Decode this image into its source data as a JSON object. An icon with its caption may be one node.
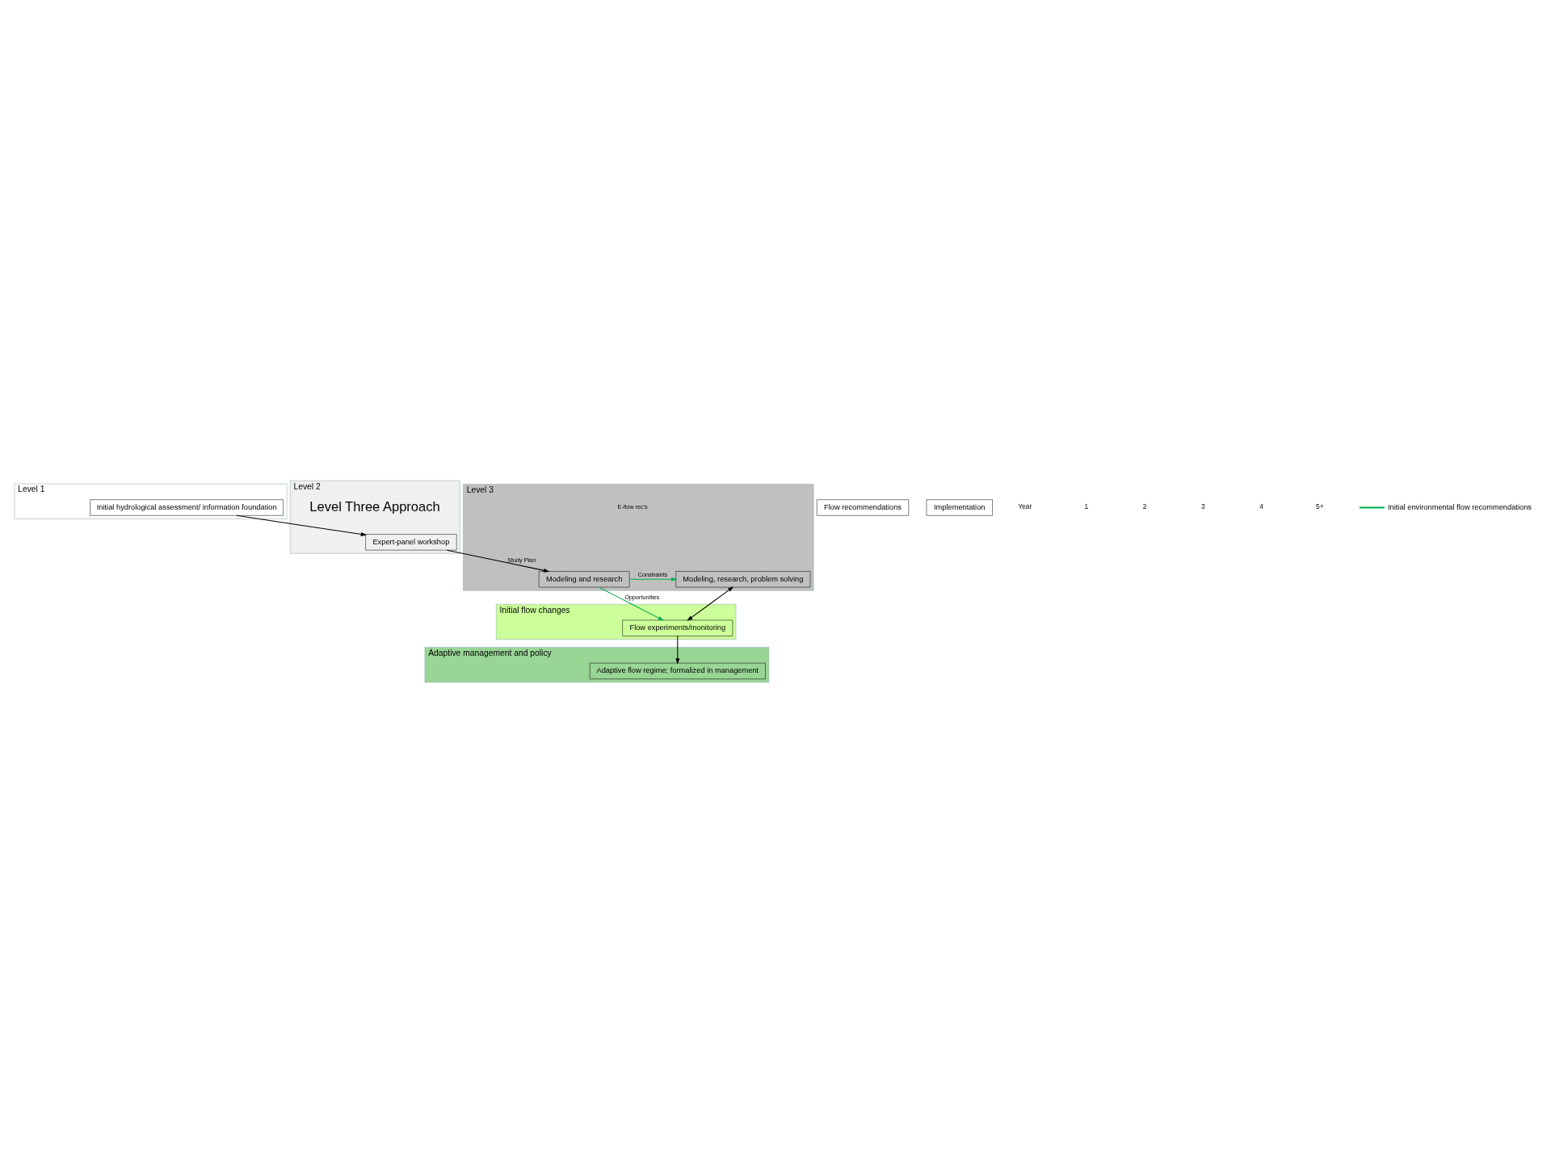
{
  "diagram": {
    "nodes": [
      {
        "text": [
          "Level 1"
        ]
      },
      {
        "text": [
          "Initial hydrological assessment/ information foundation"
        ],
        "in": 0
      },
      {
        "text": [
          "Level 2"
        ]
      },
      {
        "text": [
          "Expert-panel workshop"
        ],
        "in": 2
      },
      {
        "text": [
          "Level 3"
        ]
      },
      {
        "text": [
          "Modeling and research"
        ],
        "in": 4
      },
      {
        "text": [
          "Modeling, research, problem solving"
        ],
        "in": 4
      },
      {
        "text": [
          "Initial flow changes"
        ]
      },
      {
        "text": [
          "Flow experiments/monitoring"
        ],
        "in": 7
      },
      {
        "text": [
          "Adaptive management and policy"
        ]
      },
      {
        "text": [
          "Adaptive flow regime; formalized in management"
        ],
        "in": 9
      },
      {
        "text": [
          "Flow recommendations"
        ]
      },
      {
        "text": [
          "Implementation"
        ]
      }
    ],
    "edges": [
      {
        "from": 1,
        "to": 3,
        "arrow": "to"
      },
      {
        "from": 3,
        "to": 5,
        "arrow": "to",
        "label": "Study Plan"
      },
      {
        "from": 5,
        "to": 6,
        "arrow": "to",
        "label": "Constraints",
        "color": "#00b050"
      },
      {
        "from": 5,
        "to": 8,
        "arrow": "to",
        "label": "Opportunities",
        "color": "#00b050"
      },
      {
        "from": 6,
        "to": 8,
        "arrow": "both"
      },
      {
        "from": 8,
        "to": 10,
        "arrow": "to"
      }
    ],
    "labels": [
      "Level Three Approach",
      "E-flow rec's",
      "Year",
      "1",
      "2",
      "3",
      "4",
      "5+"
    ],
    "legend": [
      {
        "text": "Initial environmental flow recommendations"
      }
    ]
  }
}
